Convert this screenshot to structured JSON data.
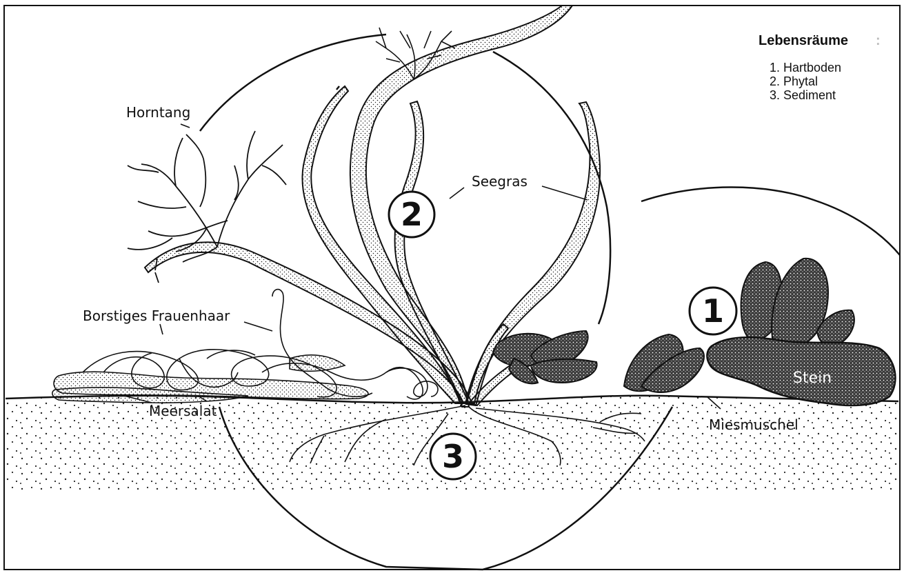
{
  "legend": {
    "title": "Lebensräume",
    "title_colon": ":",
    "items": [
      "1. Hartboden",
      "2. Phytal",
      "3. Sediment"
    ]
  },
  "habitat_markers": [
    "1",
    "2",
    "3"
  ],
  "labels": {
    "horntang": "Horntang",
    "seegras": "Seegras",
    "borstiges_frauenhaar": "Borstiges Frauenhaar",
    "meersalat": "Meersalat",
    "miesmuschel": "Miesmuschel",
    "stein": "Stein"
  },
  "colors": {
    "ink": "#111111",
    "background": "#ffffff",
    "stone": "#2a2a2a"
  }
}
